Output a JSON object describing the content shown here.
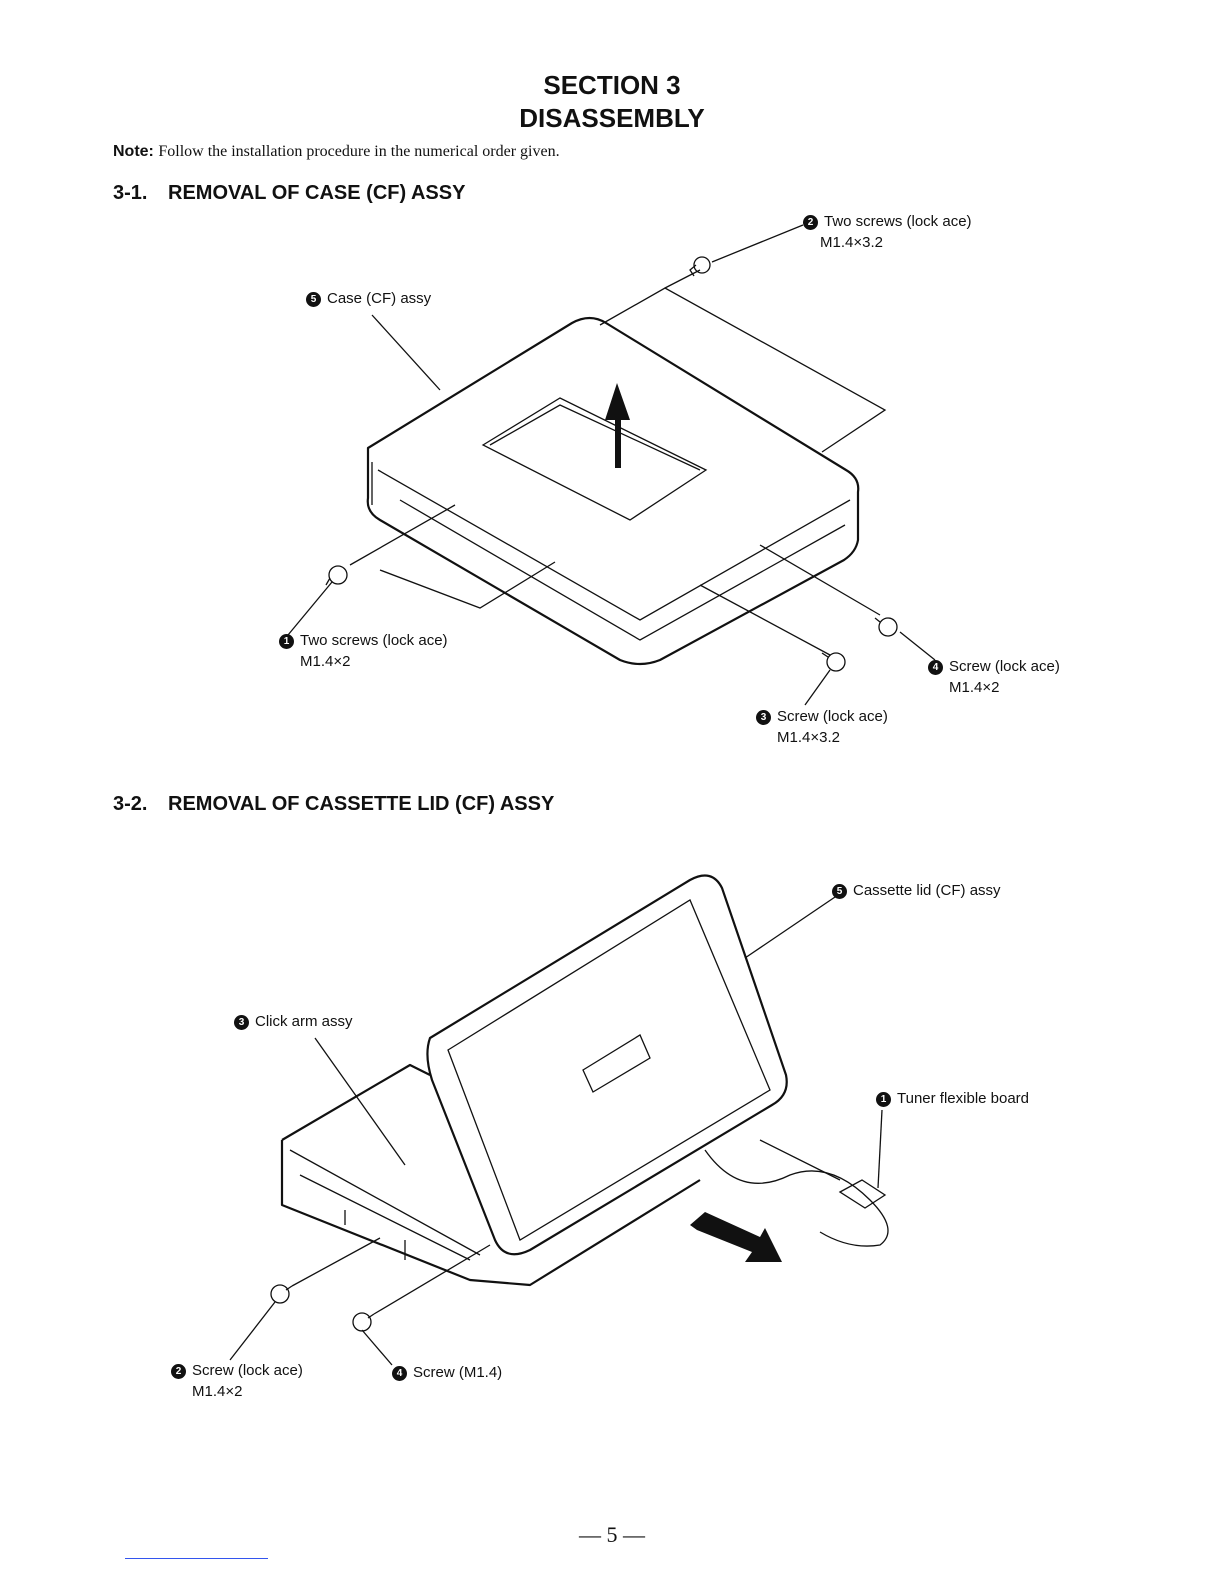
{
  "header": {
    "section": "SECTION 3",
    "title": "DISASSEMBLY"
  },
  "note": {
    "label": "Note:",
    "text": "Follow the installation procedure in the numerical order given."
  },
  "sections": [
    {
      "number": "3-1.",
      "title": "REMOVAL OF CASE (CF) ASSY",
      "callouts": [
        {
          "badge": "2",
          "line1": "Two screws (lock ace)",
          "line2": "M1.4×3.2"
        },
        {
          "badge": "5",
          "line1": "Case (CF) assy",
          "line2": ""
        },
        {
          "badge": "1",
          "line1": "Two screws (lock ace)",
          "line2": "M1.4×2"
        },
        {
          "badge": "4",
          "line1": "Screw (lock ace)",
          "line2": "M1.4×2"
        },
        {
          "badge": "3",
          "line1": "Screw (lock ace)",
          "line2": "M1.4×3.2"
        }
      ]
    },
    {
      "number": "3-2.",
      "title": "REMOVAL OF CASSETTE LID (CF) ASSY",
      "callouts": [
        {
          "badge": "5",
          "line1": "Cassette lid (CF) assy",
          "line2": ""
        },
        {
          "badge": "3",
          "line1": "Click arm assy",
          "line2": ""
        },
        {
          "badge": "1",
          "line1": "Tuner flexible board",
          "line2": ""
        },
        {
          "badge": "2",
          "line1": "Screw (lock ace)",
          "line2": "M1.4×2"
        },
        {
          "badge": "4",
          "line1": "Screw (M1.4)",
          "line2": ""
        }
      ]
    }
  ],
  "footer": {
    "page": "— 5 —"
  }
}
